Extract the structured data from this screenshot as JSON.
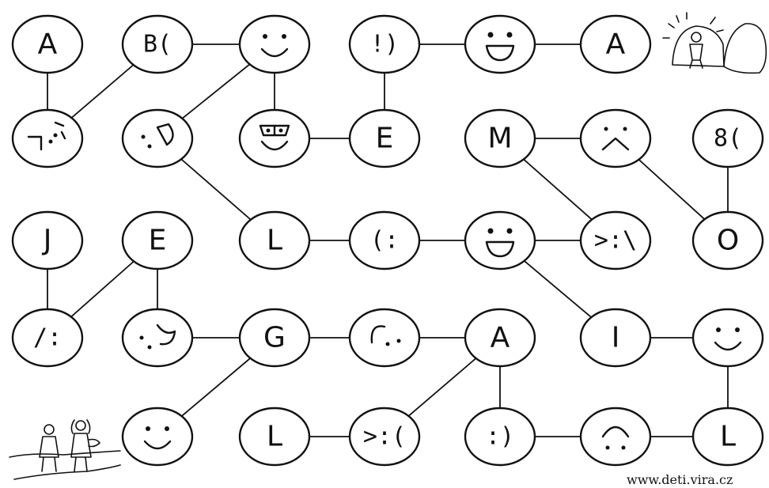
{
  "maze": {
    "nodes": [
      {
        "id": "r1c1",
        "label": "A"
      },
      {
        "id": "r1c2",
        "label": "B("
      },
      {
        "id": "r1c3",
        "icon": "smile-face-icon"
      },
      {
        "id": "r1c4",
        "label": "!)"
      },
      {
        "id": "r1c5",
        "icon": "grin-face-icon"
      },
      {
        "id": "r1c6",
        "label": "A"
      },
      {
        "id": "r2c1",
        "icon": "scribble-face-icon"
      },
      {
        "id": "r2c2",
        "icon": "tongue-face-icon"
      },
      {
        "id": "r2c3",
        "icon": "glasses-face-icon"
      },
      {
        "id": "r2c4",
        "label": "E"
      },
      {
        "id": "r2c5",
        "label": "M"
      },
      {
        "id": "r2c6",
        "icon": "frown-face-icon"
      },
      {
        "id": "r2c7",
        "label": "8("
      },
      {
        "id": "r3c1",
        "label": "J"
      },
      {
        "id": "r3c2",
        "label": "E"
      },
      {
        "id": "r3c3",
        "label": "L"
      },
      {
        "id": "r3c4",
        "label": "(:"
      },
      {
        "id": "r3c5",
        "icon": "grin-face-icon"
      },
      {
        "id": "r3c6",
        "label": ">:\\"
      },
      {
        "id": "r3c7",
        "label": "O"
      },
      {
        "id": "r4c1",
        "label": "/:"
      },
      {
        "id": "r4c2",
        "icon": "wink-face-icon"
      },
      {
        "id": "r4c3",
        "label": "G"
      },
      {
        "id": "r4c4",
        "icon": "sideways-face-icon"
      },
      {
        "id": "r4c5",
        "label": "A"
      },
      {
        "id": "r4c6",
        "label": "I"
      },
      {
        "id": "r4c7",
        "icon": "smile-face-icon"
      },
      {
        "id": "r5c2",
        "icon": "smile-face-icon"
      },
      {
        "id": "r5c3",
        "label": "L"
      },
      {
        "id": "r5c4",
        "label": ">:("
      },
      {
        "id": "r5c5",
        "label": ":)"
      },
      {
        "id": "r5c6",
        "icon": "arch-face-icon"
      },
      {
        "id": "r5c7",
        "label": "L"
      }
    ],
    "edges": [
      [
        "r1c1",
        "r2c1"
      ],
      [
        "r2c1",
        "r1c2"
      ],
      [
        "r1c2",
        "r1c3"
      ],
      [
        "r1c3",
        "r2c3"
      ],
      [
        "r1c3",
        "r2c2"
      ],
      [
        "r1c4",
        "r1c5"
      ],
      [
        "r1c5",
        "r1c6"
      ],
      [
        "r1c4",
        "r2c4"
      ],
      [
        "r2c3",
        "r2c4"
      ],
      [
        "r2c2",
        "r3c3"
      ],
      [
        "r2c5",
        "r2c6"
      ],
      [
        "r2c5",
        "r3c6"
      ],
      [
        "r2c6",
        "r3c7"
      ],
      [
        "r2c7",
        "r3c7"
      ],
      [
        "r3c1",
        "r4c1"
      ],
      [
        "r4c1",
        "r3c2"
      ],
      [
        "r3c2",
        "r4c2"
      ],
      [
        "r3c3",
        "r3c4"
      ],
      [
        "r3c4",
        "r3c5"
      ],
      [
        "r3c5",
        "r3c6"
      ],
      [
        "r3c5",
        "r4c6"
      ],
      [
        "r4c2",
        "r4c3"
      ],
      [
        "r4c3",
        "r4c4"
      ],
      [
        "r4c4",
        "r4c5"
      ],
      [
        "r4c3",
        "r5c2"
      ],
      [
        "r4c5",
        "r5c4"
      ],
      [
        "r4c5",
        "r5c5"
      ],
      [
        "r4c6",
        "r4c7"
      ],
      [
        "r4c7",
        "r5c7"
      ],
      [
        "r5c3",
        "r5c4"
      ],
      [
        "r5c5",
        "r5c6"
      ],
      [
        "r5c6",
        "r5c7"
      ]
    ]
  },
  "footer": {
    "url": "www.deti.vira.cz"
  }
}
